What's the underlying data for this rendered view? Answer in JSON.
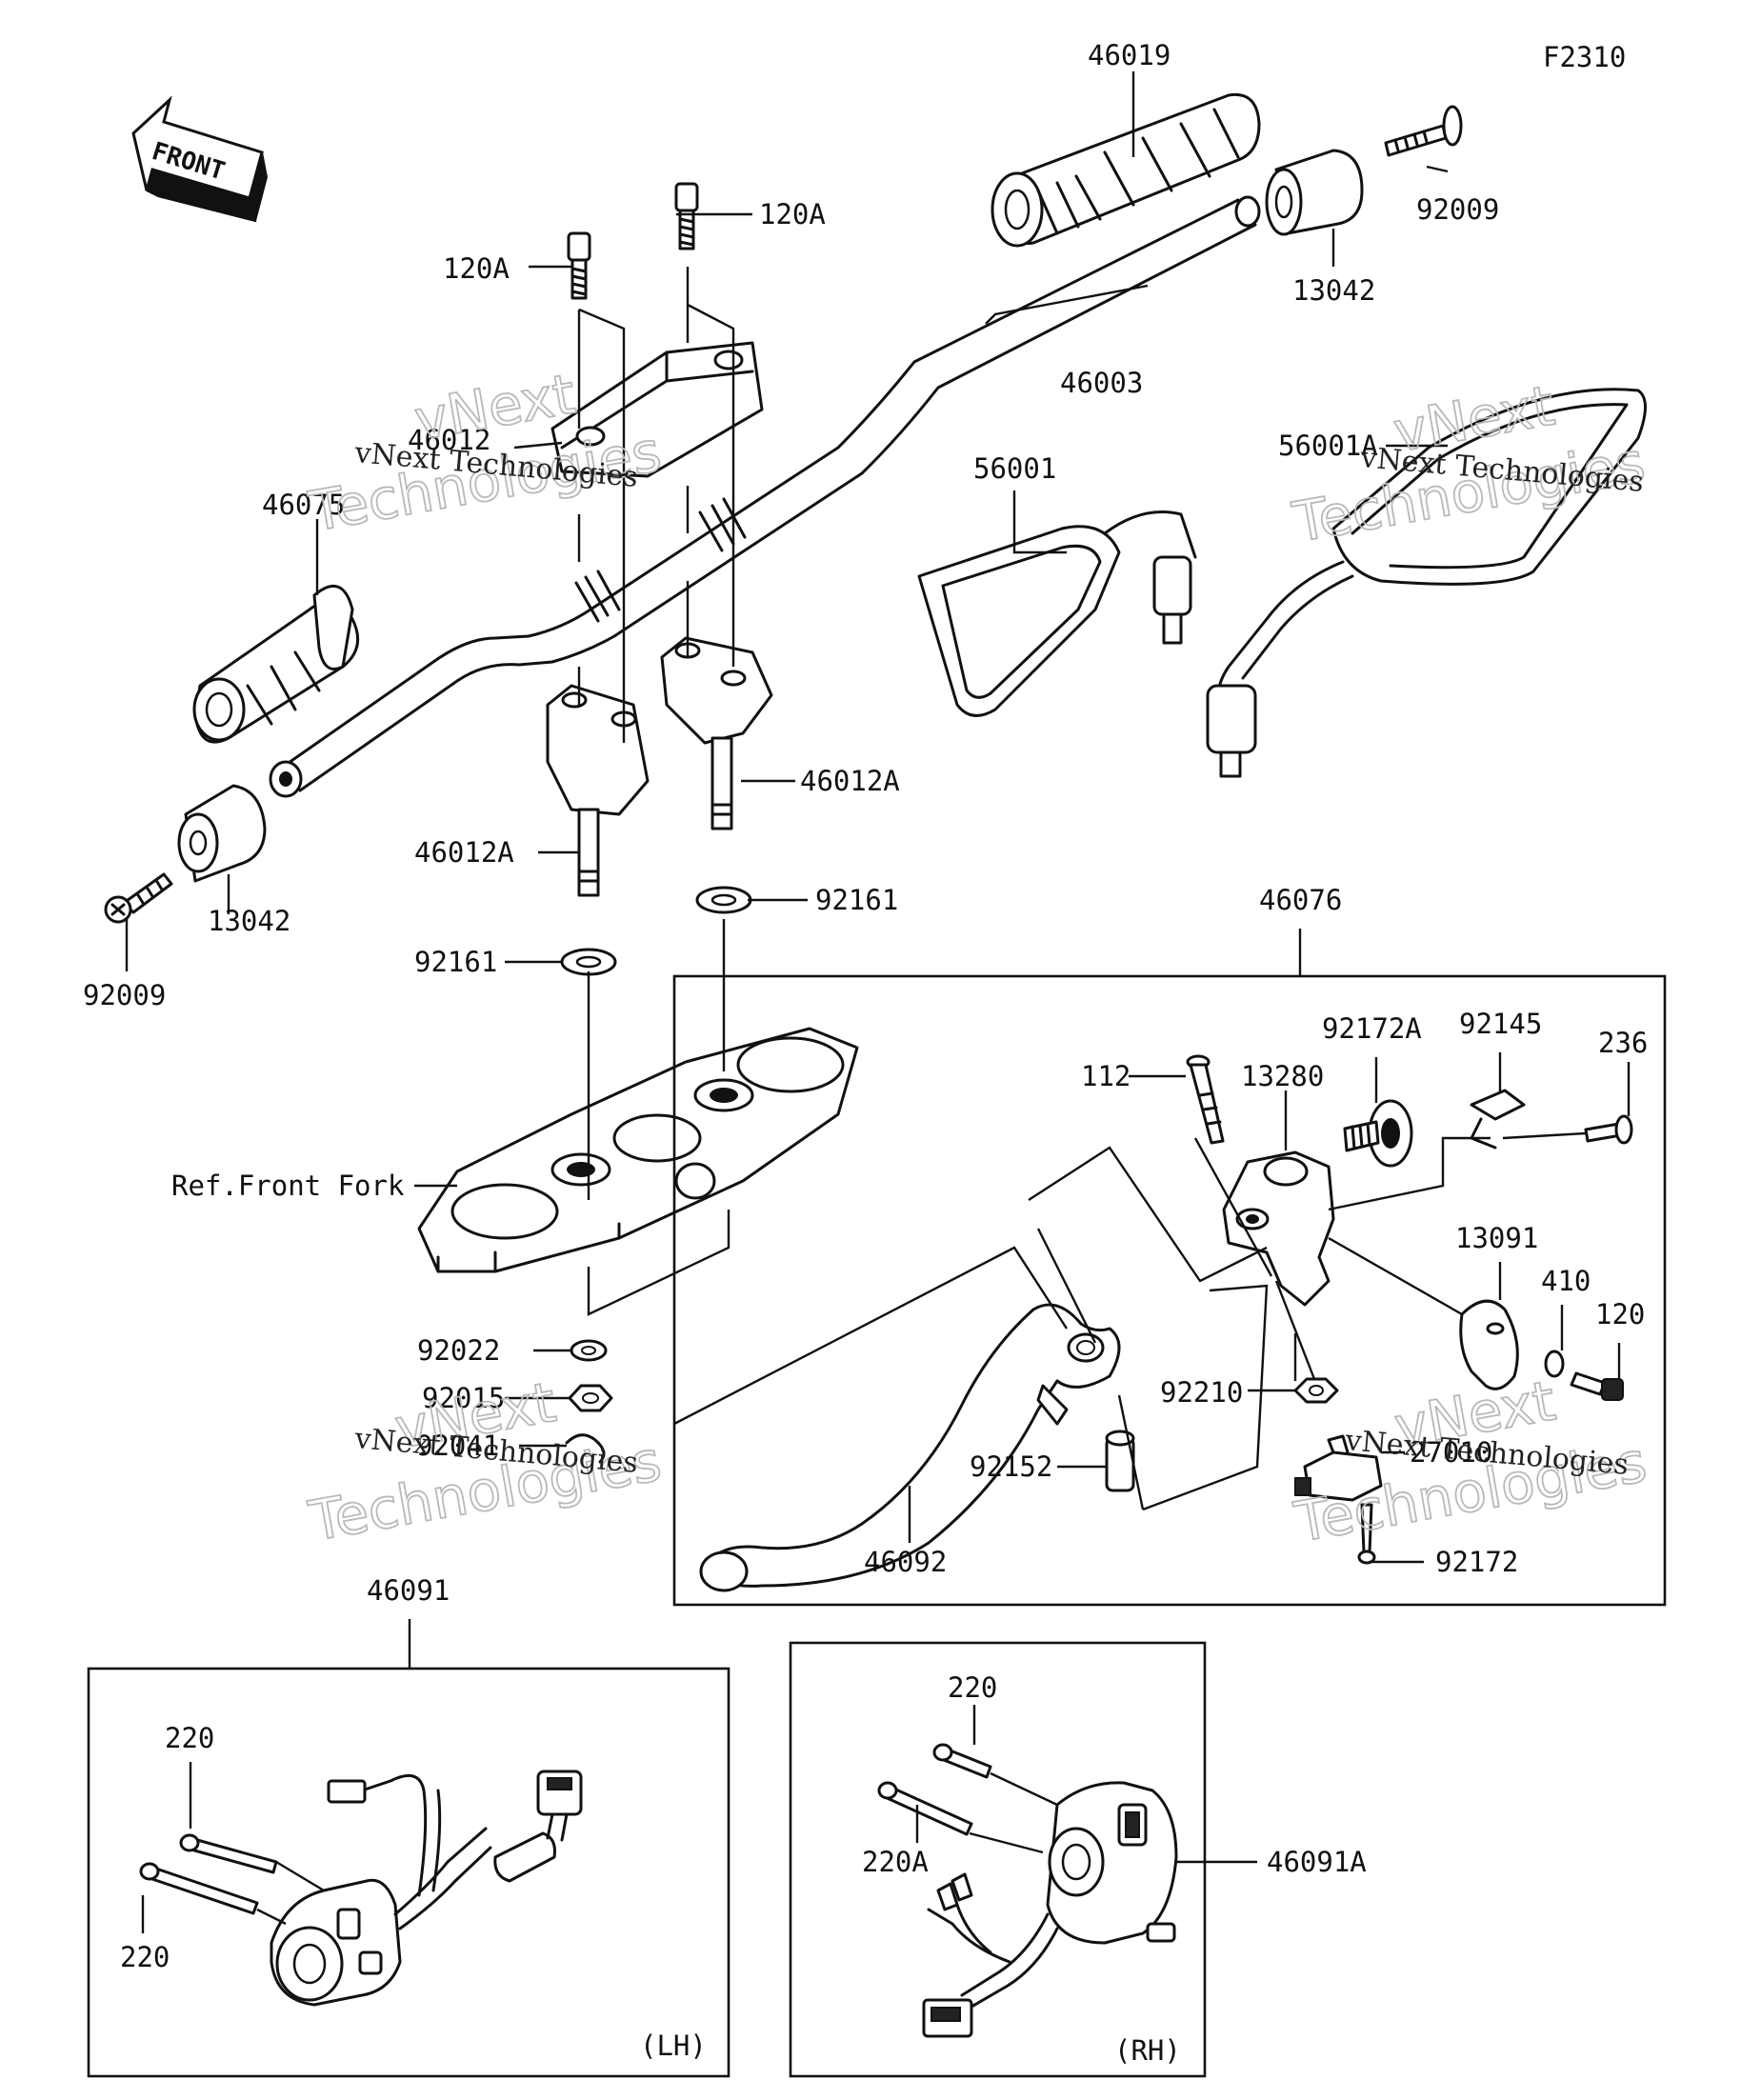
{
  "figure_code": "F2310",
  "front_arrow_label": "FRONT",
  "labels": {
    "p46019": "46019",
    "p92009_top": "92009",
    "p13042_top": "13042",
    "p120A_1": "120A",
    "p120A_2": "120A",
    "p46003": "46003",
    "p46012": "46012",
    "p46075": "46075",
    "p56001": "56001",
    "p56001A": "56001A",
    "p46012A_right": "46012A",
    "p46012A_left": "46012A",
    "p13042_left": "13042",
    "p92009_left": "92009",
    "p92161_right": "92161",
    "p92161_left": "92161",
    "p46076": "46076",
    "ref_front_fork": "Ref.Front Fork",
    "p92022": "92022",
    "p92015": "92015",
    "p92041": "92041",
    "p112": "112",
    "p13280": "13280",
    "p92172A": "92172A",
    "p92145": "92145",
    "p236": "236",
    "p13091": "13091",
    "p410": "410",
    "p120": "120",
    "p92210": "92210",
    "p92152": "92152",
    "p46092": "46092",
    "p27010": "27010",
    "p92172": "92172",
    "p46091": "46091",
    "p220_lh_top": "220",
    "p220_lh_bottom": "220",
    "lh": "(LH)",
    "p220_rh": "220",
    "p220A_rh": "220A",
    "p46091A": "46091A",
    "rh": "(RH)"
  },
  "watermark": {
    "brand_line": "vNext Technologies",
    "outline_line_1": "vNext",
    "outline_line_2": "Technologies"
  }
}
